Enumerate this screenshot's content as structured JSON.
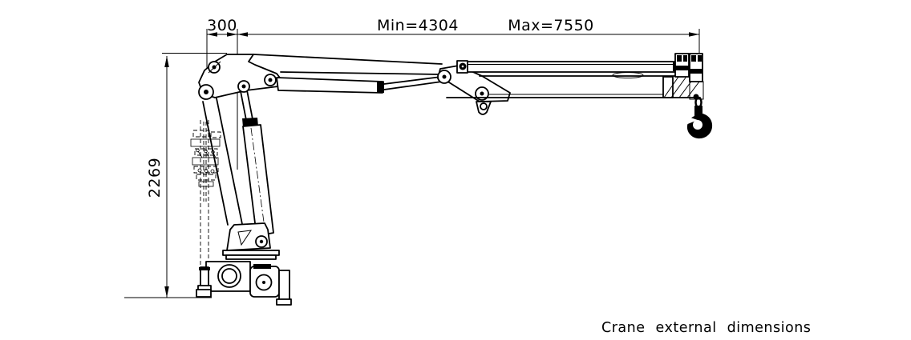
{
  "page": {
    "caption": "Crane external dimensions"
  },
  "dimensions": {
    "column_offset": "300",
    "reach_min": "Min=4304",
    "reach_max": "Max=7550",
    "height": "2269"
  },
  "colors": {
    "line": "#000000",
    "background": "#ffffff"
  }
}
